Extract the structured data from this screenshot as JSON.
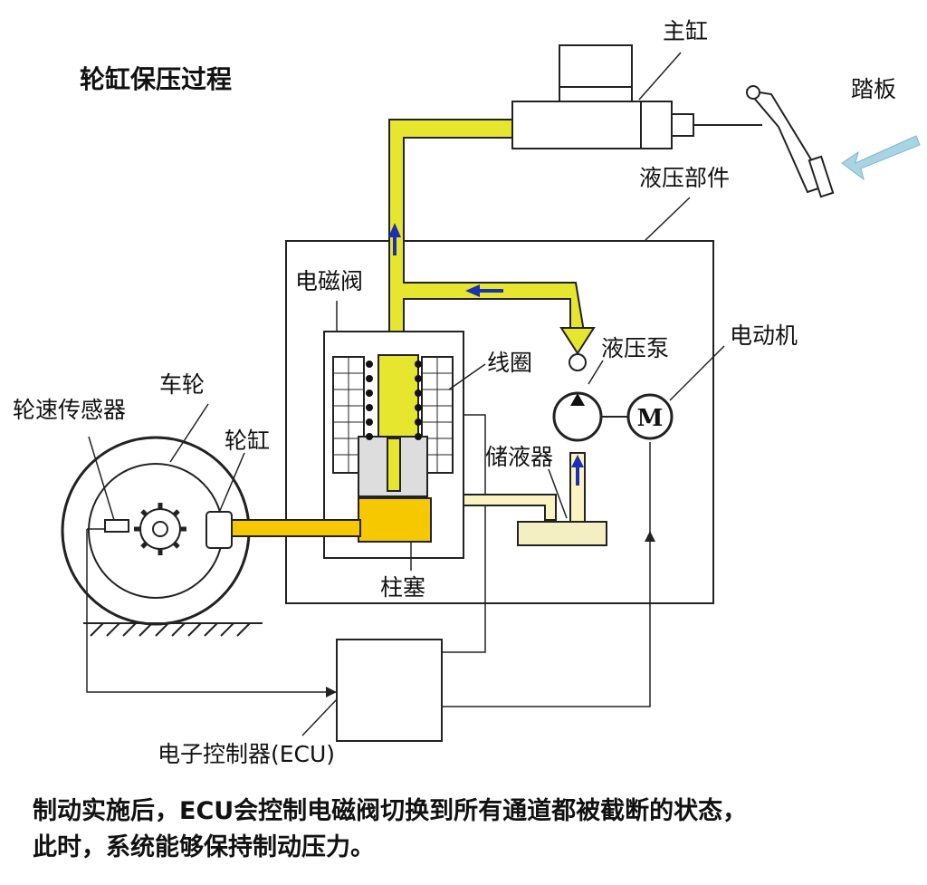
{
  "title": "轮缸保压过程",
  "labels": {
    "master_cylinder": "主缸",
    "pedal": "踏板",
    "hydraulic_unit": "液压部件",
    "solenoid_valve": "电磁阀",
    "coil": "线圈",
    "pump": "液压泵",
    "motor": "电动机",
    "motor_symbol": "M",
    "wheel": "车轮",
    "speed_sensor": "轮速传感器",
    "wheel_cylinder": "轮缸",
    "reservoir": "储液器",
    "plunger": "柱塞",
    "ecu": "电子控制器(ECU)"
  },
  "caption": {
    "line1": "制动实施后，ECU会控制电磁阀切换到所有通道都被截断的状态，",
    "line2": "此时，系统能够保持制动压力。"
  },
  "colors": {
    "fluid": "#e6e62e",
    "plunger": "#f5c800",
    "line": "#222222",
    "arrow": "#1d2fb5",
    "pedal_arrow": "#a8d4e6",
    "reservoir_fluid": "#f4efc2"
  }
}
